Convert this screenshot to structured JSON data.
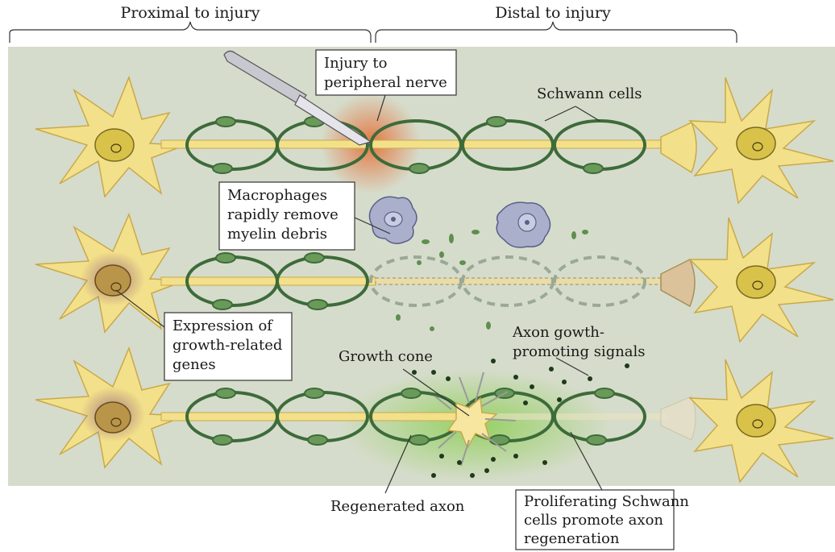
{
  "header": {
    "proximal": "Proximal to injury",
    "distal": "Distal to injury"
  },
  "labels": {
    "injury": [
      "Injury to",
      "peripheral nerve"
    ],
    "schwann": "Schwann cells",
    "macrophages": [
      "Macrophages",
      "rapidly remove",
      "myelin debris"
    ],
    "expression": [
      "Expression of",
      "growth-related",
      "genes"
    ],
    "growth_cone": "Growth cone",
    "axon_signals": [
      "Axon gowth-",
      "promoting signals"
    ],
    "regenerated": "Regenerated axon",
    "proliferating": [
      "Proliferating Schwann",
      "cells promote axon",
      "regeneration"
    ]
  },
  "colors": {
    "background": "#d6dccb",
    "neuron": "#f3e08a",
    "myelin": "#3d6b3a",
    "injury_glow": "#e8743a",
    "growth_glow": "#9ccc64",
    "macrophage": "#aab0cc"
  }
}
